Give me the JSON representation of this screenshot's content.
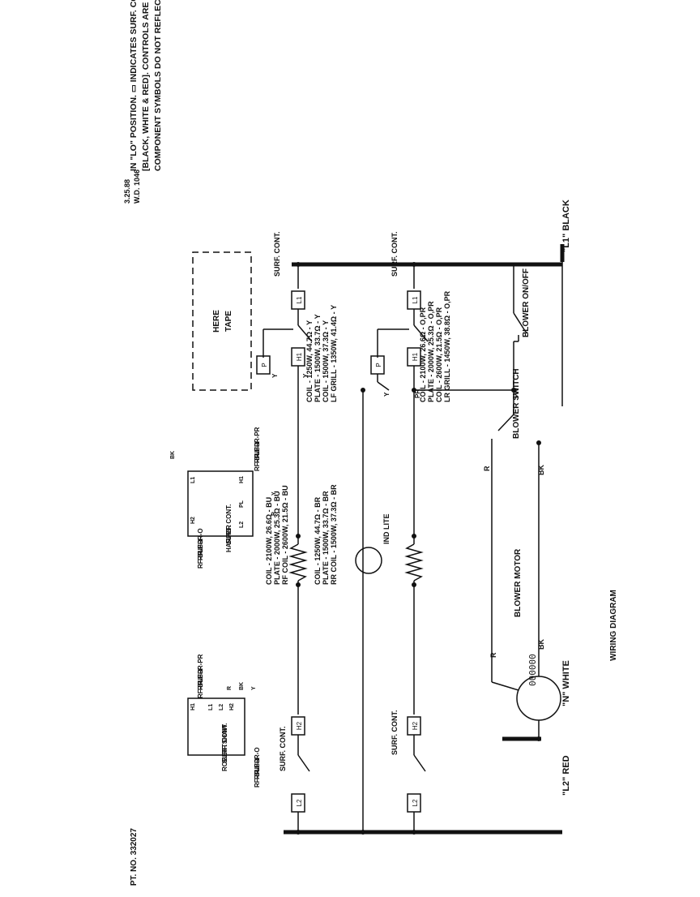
{
  "title": "WIRING DIAGRAM",
  "document_number": "W.D. 1046",
  "document_date": "3.25.88",
  "part_number": "PT. NO. 332027",
  "line_labels": {
    "l1": "\"L1\" BLACK",
    "n": "\"N\" WHITE",
    "l2": "\"L2\" RED"
  },
  "blower": {
    "switch_label": "BLOWER ON/OFF",
    "switch2_label": "BLOWER SWITCH",
    "motor_label": "BLOWER MOTOR",
    "wire_bk": "BK",
    "wire_r": "R",
    "wire_pr": "PR",
    "motor_coil": "000000"
  },
  "surf_cont_label": "SURF. CONT.",
  "terminals": {
    "l1": "L1",
    "h1": "H1",
    "p": "P",
    "h2": "H2",
    "l2": "L2"
  },
  "wire_y": "Y",
  "wire_pr": "PR",
  "wire_bk": "BK",
  "wire_r": "R",
  "ind_lite": "IND LITE",
  "element_specs": {
    "lr": [
      "LR GRILL - 1450W, 38.8Ω - O,PR",
      "COIL - 2600W, 21.5Ω - O,PR",
      "PLATE - 2000W, 25.3Ω - O,PR",
      "COIL - 2100W, 26.6Ω - O,PR"
    ],
    "lf": [
      "LF GRILL - 1350W, 41.4Ω - Y",
      "COIL - 1500W, 37.3Ω - Y",
      "PLATE - 1500W, 33.7Ω - Y",
      "COIL - 1250W, 44.7Ω - Y"
    ],
    "rr": [
      "RR COIL - 1500W, 37.3Ω - BR",
      "PLATE - 1500W, 33.7Ω - BR",
      "COIL - 1250W, 44.7Ω - BR"
    ],
    "rf": [
      "RF COIL - 2600W, 21.5Ω - BU",
      "PLATE - 2000W, 25.3Ω - BU",
      "COIL - 2100W, 26.6Ω - BU"
    ]
  },
  "harper_box": {
    "label": [
      "SURF. CONT.",
      "HARPER"
    ],
    "terminals": [
      "H1",
      "PL",
      "L2",
      "H2",
      "L1"
    ],
    "wire_letters": [
      "Y",
      "R"
    ],
    "bk": "BK",
    "left_colors": [
      "LR-PR",
      "LF-Y",
      "RR-BR",
      "RF-BU"
    ],
    "right_colors": [
      "LR-O",
      "LF-Y",
      "RR-BR",
      "RF-BU"
    ]
  },
  "robertshaw_box": {
    "label": [
      "SURF. CONT.",
      "ROBERTSHAW"
    ],
    "terminals": [
      "H1",
      "L1",
      "L2",
      "H2"
    ],
    "wire_letters": [
      "Y",
      "BK",
      "R"
    ],
    "left_colors": [
      "LR-PR",
      "LF-Y",
      "RR-BR",
      "RF-BU"
    ],
    "right_colors": [
      "LR-O",
      "LF-Y",
      "RR-BR",
      "RF-BU"
    ]
  },
  "tape_here": [
    "TAPE",
    "HERE"
  ],
  "notes": [
    "COMPONENT SYMBOLS DO NOT REFLECT TRUE CONFIGURATION.  ALL FEED LINE COLORS ARE AS NOTED",
    "[BLACK, WHITE & RED].  CONTROLS ARE SHOWN IN \"OFF\" POSITION, EXCEPT BLOWER SWITCH IS SHOWN",
    "IN \"LO\" POSITION.  ▭ INDICATES  SURF. CONT."
  ]
}
